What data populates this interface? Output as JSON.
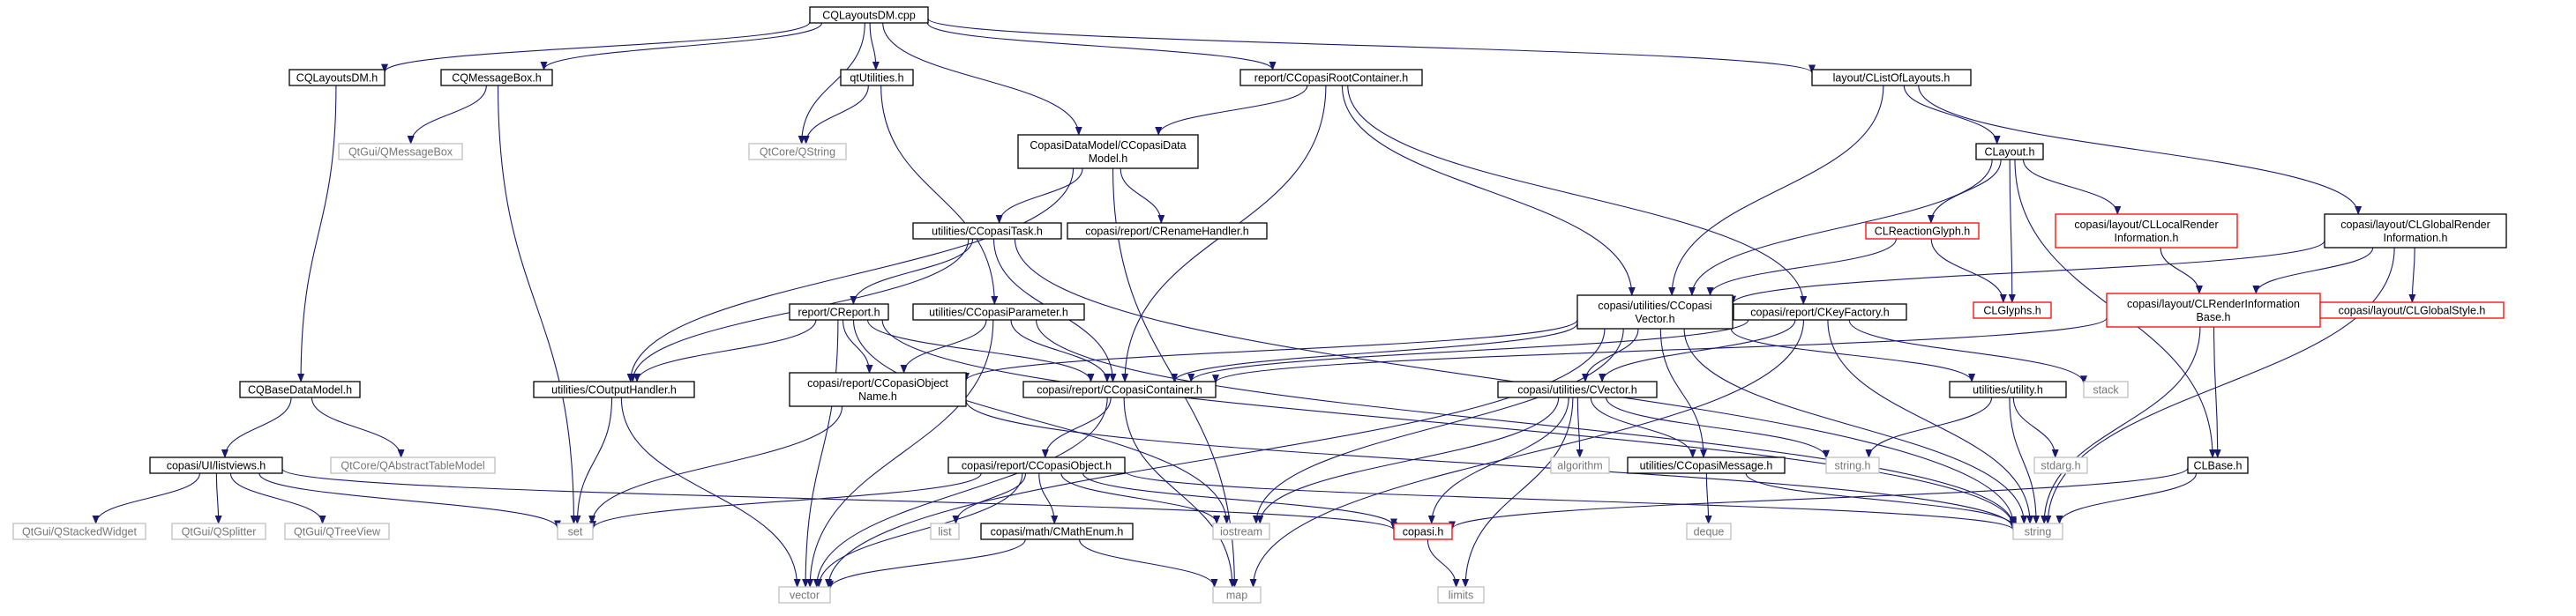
{
  "colors": {
    "edge": "#191970",
    "box_border_black": "#000000",
    "box_border_red": "#ff0000",
    "box_border_gray": "#bfbfbf",
    "root_fill": "#bfbfbf"
  },
  "nodes": [
    {
      "id": "root",
      "lines": [
        "CQLayoutsDM.cpp"
      ],
      "style": "root"
    },
    {
      "id": "cqlayoutsdm_h",
      "lines": [
        "CQLayoutsDM.h"
      ],
      "style": "black"
    },
    {
      "id": "cqmessagebox_h",
      "lines": [
        "CQMessageBox.h"
      ],
      "style": "black"
    },
    {
      "id": "qtutilities_h",
      "lines": [
        "qtUtilities.h"
      ],
      "style": "black"
    },
    {
      "id": "ccopasirootcontainer_h",
      "lines": [
        "report/CCopasiRootContainer.h"
      ],
      "style": "black"
    },
    {
      "id": "clistoflayouts_h",
      "lines": [
        "layout/CListOfLayouts.h"
      ],
      "style": "black"
    },
    {
      "id": "qmessagebox",
      "lines": [
        "QtGui/QMessageBox"
      ],
      "style": "gray"
    },
    {
      "id": "qstring",
      "lines": [
        "QtCore/QString"
      ],
      "style": "gray"
    },
    {
      "id": "ccopasidatamodel_h",
      "lines": [
        "CopasiDataModel/CCopasiData",
        "Model.h"
      ],
      "style": "black"
    },
    {
      "id": "clayout_h",
      "lines": [
        "CLayout.h"
      ],
      "style": "black"
    },
    {
      "id": "ccopasitask_h",
      "lines": [
        "utilities/CCopasiTask.h"
      ],
      "style": "black"
    },
    {
      "id": "crenamehandler_h",
      "lines": [
        "copasi/report/CRenameHandler.h"
      ],
      "style": "black"
    },
    {
      "id": "clreactionglyph_h",
      "lines": [
        "CLReactionGlyph.h"
      ],
      "style": "red"
    },
    {
      "id": "cllocalrender_h",
      "lines": [
        "copasi/layout/CLLocalRender",
        "Information.h"
      ],
      "style": "red"
    },
    {
      "id": "clglobalrender_h",
      "lines": [
        "copasi/layout/CLGlobalRender",
        "Information.h"
      ],
      "style": "black"
    },
    {
      "id": "clglyphs_h",
      "lines": [
        "CLGlyphs.h"
      ],
      "style": "red"
    },
    {
      "id": "clrenderinfobase_h",
      "lines": [
        "copasi/layout/CLRenderInformation",
        "Base.h"
      ],
      "style": "red"
    },
    {
      "id": "clglobalstyle_h",
      "lines": [
        "copasi/layout/CLGlobalStyle.h"
      ],
      "style": "red"
    },
    {
      "id": "creport_h",
      "lines": [
        "report/CReport.h"
      ],
      "style": "black"
    },
    {
      "id": "ccopasiparameter_h",
      "lines": [
        "utilities/CCopasiParameter.h"
      ],
      "style": "black"
    },
    {
      "id": "ccopasivector_h",
      "lines": [
        "copasi/utilities/CCopasi",
        "Vector.h"
      ],
      "style": "black"
    },
    {
      "id": "ckeyfactory_h",
      "lines": [
        "copasi/report/CKeyFactory.h"
      ],
      "style": "black"
    },
    {
      "id": "cqbasedatamodel_h",
      "lines": [
        "CQBaseDataModel.h"
      ],
      "style": "black"
    },
    {
      "id": "coutputhandler_h",
      "lines": [
        "utilities/COutputHandler.h"
      ],
      "style": "black"
    },
    {
      "id": "ccopasiobjectname_h",
      "lines": [
        "copasi/report/CCopasiObject",
        "Name.h"
      ],
      "style": "black"
    },
    {
      "id": "ccopasicontainer_h",
      "lines": [
        "copasi/report/CCopasiContainer.h"
      ],
      "style": "black"
    },
    {
      "id": "cvector_h",
      "lines": [
        "copasi/utilities/CVector.h"
      ],
      "style": "black"
    },
    {
      "id": "utility_h",
      "lines": [
        "utilities/utility.h"
      ],
      "style": "black"
    },
    {
      "id": "stack",
      "lines": [
        "stack"
      ],
      "style": "gray"
    },
    {
      "id": "qabstracttablemodel",
      "lines": [
        "QtCore/QAbstractTableModel"
      ],
      "style": "gray"
    },
    {
      "id": "listviews_h",
      "lines": [
        "copasi/UI/listviews.h"
      ],
      "style": "black"
    },
    {
      "id": "ccopasiobject_h",
      "lines": [
        "copasi/report/CCopasiObject.h"
      ],
      "style": "black"
    },
    {
      "id": "algorithm",
      "lines": [
        "algorithm"
      ],
      "style": "gray"
    },
    {
      "id": "ccopasimessage_h",
      "lines": [
        "utilities/CCopasiMessage.h"
      ],
      "style": "black"
    },
    {
      "id": "string_h",
      "lines": [
        "string.h"
      ],
      "style": "gray"
    },
    {
      "id": "stdarg_h",
      "lines": [
        "stdarg.h"
      ],
      "style": "gray"
    },
    {
      "id": "clbase_h",
      "lines": [
        "CLBase.h"
      ],
      "style": "black"
    },
    {
      "id": "qstackedwidget",
      "lines": [
        "QtGui/QStackedWidget"
      ],
      "style": "gray"
    },
    {
      "id": "qsplitter",
      "lines": [
        "QtGui/QSplitter"
      ],
      "style": "gray"
    },
    {
      "id": "qtreeview",
      "lines": [
        "QtGui/QTreeView"
      ],
      "style": "gray"
    },
    {
      "id": "set",
      "lines": [
        "set"
      ],
      "style": "gray"
    },
    {
      "id": "list",
      "lines": [
        "list"
      ],
      "style": "gray"
    },
    {
      "id": "cmathenum_h",
      "lines": [
        "copasi/math/CMathEnum.h"
      ],
      "style": "black"
    },
    {
      "id": "iostream",
      "lines": [
        "iostream"
      ],
      "style": "gray"
    },
    {
      "id": "copasi_h",
      "lines": [
        "copasi.h"
      ],
      "style": "red"
    },
    {
      "id": "deque",
      "lines": [
        "deque"
      ],
      "style": "gray"
    },
    {
      "id": "string",
      "lines": [
        "string"
      ],
      "style": "gray"
    },
    {
      "id": "vector",
      "lines": [
        "vector"
      ],
      "style": "gray"
    },
    {
      "id": "map",
      "lines": [
        "map"
      ],
      "style": "gray"
    },
    {
      "id": "limits",
      "lines": [
        "limits"
      ],
      "style": "gray"
    }
  ],
  "edges": [
    [
      "root",
      "cqlayoutsdm_h"
    ],
    [
      "root",
      "cqmessagebox_h"
    ],
    [
      "root",
      "qtutilities_h"
    ],
    [
      "root",
      "qstring"
    ],
    [
      "root",
      "ccopasidatamodel_h"
    ],
    [
      "root",
      "ccopasirootcontainer_h"
    ],
    [
      "root",
      "clistoflayouts_h"
    ],
    [
      "cqlayoutsdm_h",
      "cqbasedatamodel_h"
    ],
    [
      "cqmessagebox_h",
      "qmessagebox"
    ],
    [
      "cqmessagebox_h",
      "set"
    ],
    [
      "qtutilities_h",
      "qstring"
    ],
    [
      "qtutilities_h",
      "ccopasiparameter_h"
    ],
    [
      "ccopasirootcontainer_h",
      "ccopasidatamodel_h"
    ],
    [
      "ccopasirootcontainer_h",
      "ccopasicontainer_h"
    ],
    [
      "ccopasirootcontainer_h",
      "ccopasivector_h"
    ],
    [
      "ccopasirootcontainer_h",
      "ckeyfactory_h"
    ],
    [
      "clistoflayouts_h",
      "clayout_h"
    ],
    [
      "clistoflayouts_h",
      "clglobalrender_h"
    ],
    [
      "clistoflayouts_h",
      "ccopasivector_h"
    ],
    [
      "ccopasidatamodel_h",
      "ccopasitask_h"
    ],
    [
      "ccopasidatamodel_h",
      "crenamehandler_h"
    ],
    [
      "ccopasidatamodel_h",
      "coutputhandler_h"
    ],
    [
      "ccopasidatamodel_h",
      "map"
    ],
    [
      "clayout_h",
      "clreactionglyph_h"
    ],
    [
      "clayout_h",
      "cllocalrender_h"
    ],
    [
      "clayout_h",
      "clglyphs_h"
    ],
    [
      "clayout_h",
      "clbase_h"
    ],
    [
      "clayout_h",
      "ccopasivector_h"
    ],
    [
      "ccopasitask_h",
      "creport_h"
    ],
    [
      "ccopasitask_h",
      "ccopasicontainer_h"
    ],
    [
      "ccopasitask_h",
      "coutputhandler_h"
    ],
    [
      "ccopasitask_h",
      "string"
    ],
    [
      "clreactionglyph_h",
      "clglyphs_h"
    ],
    [
      "clreactionglyph_h",
      "ccopasivector_h"
    ],
    [
      "cllocalrender_h",
      "clrenderinfobase_h"
    ],
    [
      "clglobalrender_h",
      "clrenderinfobase_h"
    ],
    [
      "clglobalrender_h",
      "clglobalstyle_h"
    ],
    [
      "clglobalrender_h",
      "ccopasivector_h"
    ],
    [
      "clglobalrender_h",
      "string"
    ],
    [
      "clrenderinfobase_h",
      "clbase_h"
    ],
    [
      "clrenderinfobase_h",
      "ccopasicontainer_h"
    ],
    [
      "clrenderinfobase_h",
      "string"
    ],
    [
      "creport_h",
      "ccopasiobjectname_h"
    ],
    [
      "creport_h",
      "ccopasicontainer_h"
    ],
    [
      "creport_h",
      "coutputhandler_h"
    ],
    [
      "creport_h",
      "vector"
    ],
    [
      "creport_h",
      "iostream"
    ],
    [
      "creport_h",
      "string"
    ],
    [
      "ccopasiparameter_h",
      "ccopasiobjectname_h"
    ],
    [
      "ccopasiparameter_h",
      "ccopasicontainer_h"
    ],
    [
      "ccopasiparameter_h",
      "vector"
    ],
    [
      "ccopasiparameter_h",
      "string"
    ],
    [
      "ccopasivector_h",
      "ccopasicontainer_h"
    ],
    [
      "ccopasivector_h",
      "cvector_h"
    ],
    [
      "ccopasivector_h",
      "utility_h"
    ],
    [
      "ccopasivector_h",
      "ccopasimessage_h"
    ],
    [
      "ccopasivector_h",
      "ccopasiobjectname_h"
    ],
    [
      "ccopasivector_h",
      "iostream"
    ],
    [
      "ccopasivector_h",
      "vector"
    ],
    [
      "ccopasivector_h",
      "string"
    ],
    [
      "ckeyfactory_h",
      "ccopasicontainer_h"
    ],
    [
      "ckeyfactory_h",
      "stack"
    ],
    [
      "ckeyfactory_h",
      "map"
    ],
    [
      "ckeyfactory_h",
      "string"
    ],
    [
      "ckeyfactory_h",
      "cvector_h"
    ],
    [
      "cqbasedatamodel_h",
      "listviews_h"
    ],
    [
      "cqbasedatamodel_h",
      "qabstracttablemodel"
    ],
    [
      "coutputhandler_h",
      "set"
    ],
    [
      "coutputhandler_h",
      "vector"
    ],
    [
      "ccopasiobjectname_h",
      "set"
    ],
    [
      "ccopasiobjectname_h",
      "string"
    ],
    [
      "ccopasicontainer_h",
      "ccopasiobject_h"
    ],
    [
      "ccopasicontainer_h",
      "map"
    ],
    [
      "ccopasicontainer_h",
      "vector"
    ],
    [
      "cvector_h",
      "algorithm"
    ],
    [
      "cvector_h",
      "ccopasimessage_h"
    ],
    [
      "cvector_h",
      "copasi_h"
    ],
    [
      "cvector_h",
      "limits"
    ],
    [
      "cvector_h",
      "string_h"
    ],
    [
      "cvector_h",
      "iostream"
    ],
    [
      "utility_h",
      "string_h"
    ],
    [
      "utility_h",
      "stdarg_h"
    ],
    [
      "utility_h",
      "string"
    ],
    [
      "listviews_h",
      "qstackedwidget"
    ],
    [
      "listviews_h",
      "qsplitter"
    ],
    [
      "listviews_h",
      "qtreeview"
    ],
    [
      "listviews_h",
      "set"
    ],
    [
      "listviews_h",
      "copasi_h"
    ],
    [
      "ccopasiobject_h",
      "list"
    ],
    [
      "ccopasiobject_h",
      "cmathenum_h"
    ],
    [
      "ccopasiobject_h",
      "iostream"
    ],
    [
      "ccopasiobject_h",
      "copasi_h"
    ],
    [
      "ccopasiobject_h",
      "set"
    ],
    [
      "ccopasiobject_h",
      "vector"
    ],
    [
      "ccopasiobject_h",
      "string"
    ],
    [
      "ccopasimessage_h",
      "deque"
    ],
    [
      "ccopasimessage_h",
      "string"
    ],
    [
      "clbase_h",
      "copasi_h"
    ],
    [
      "clbase_h",
      "string"
    ],
    [
      "cmathenum_h",
      "map"
    ],
    [
      "cmathenum_h",
      "vector"
    ],
    [
      "copasi_h",
      "limits"
    ]
  ]
}
